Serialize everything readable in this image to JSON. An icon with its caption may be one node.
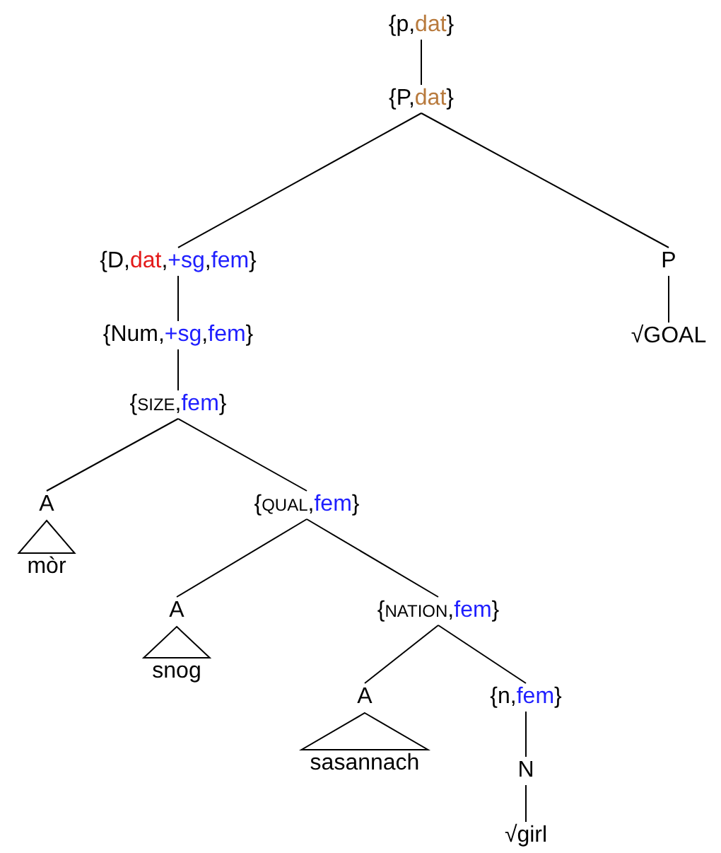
{
  "diagram": {
    "nodes": [
      {
        "text": [
          "{p,dat}"
        ]
      },
      {
        "text": [
          "{P,dat}"
        ]
      },
      {
        "text": [
          "{D,dat,+sg,fem}"
        ]
      },
      {
        "text": [
          "P"
        ]
      },
      {
        "text": [
          "{Num,+sg,fem}"
        ]
      },
      {
        "text": [
          "√GOAL"
        ]
      },
      {
        "text": [
          "{SIZE,fem}"
        ]
      },
      {
        "text": [
          "A"
        ]
      },
      {
        "text": [
          "{QUAL,fem}"
        ]
      },
      {
        "text": [
          "mòr"
        ]
      },
      {
        "text": [
          "A"
        ]
      },
      {
        "text": [
          "{NATION,fem}"
        ]
      },
      {
        "text": [
          "snog"
        ]
      },
      {
        "text": [
          "A"
        ]
      },
      {
        "text": [
          "{n,fem}"
        ]
      },
      {
        "text": [
          "sasannach"
        ]
      },
      {
        "text": [
          "N"
        ]
      },
      {
        "text": [
          "√girl"
        ]
      }
    ],
    "edges": [
      {
        "from": 0,
        "to": 1,
        "arrow": "none"
      },
      {
        "from": 1,
        "to": 2,
        "arrow": "none"
      },
      {
        "from": 1,
        "to": 3,
        "arrow": "none"
      },
      {
        "from": 2,
        "to": 4,
        "arrow": "none"
      },
      {
        "from": 3,
        "to": 5,
        "arrow": "none"
      },
      {
        "from": 4,
        "to": 6,
        "arrow": "none"
      },
      {
        "from": 6,
        "to": 7,
        "arrow": "none"
      },
      {
        "from": 6,
        "to": 8,
        "arrow": "none"
      },
      {
        "from": 7,
        "to": 9,
        "arrow": "none"
      },
      {
        "from": 8,
        "to": 10,
        "arrow": "none"
      },
      {
        "from": 8,
        "to": 11,
        "arrow": "none"
      },
      {
        "from": 10,
        "to": 12,
        "arrow": "none"
      },
      {
        "from": 11,
        "to": 13,
        "arrow": "none"
      },
      {
        "from": 11,
        "to": 14,
        "arrow": "none"
      },
      {
        "from": 13,
        "to": 15,
        "arrow": "none"
      },
      {
        "from": 14,
        "to": 16,
        "arrow": "none"
      },
      {
        "from": 16,
        "to": 17,
        "arrow": "none"
      }
    ]
  }
}
